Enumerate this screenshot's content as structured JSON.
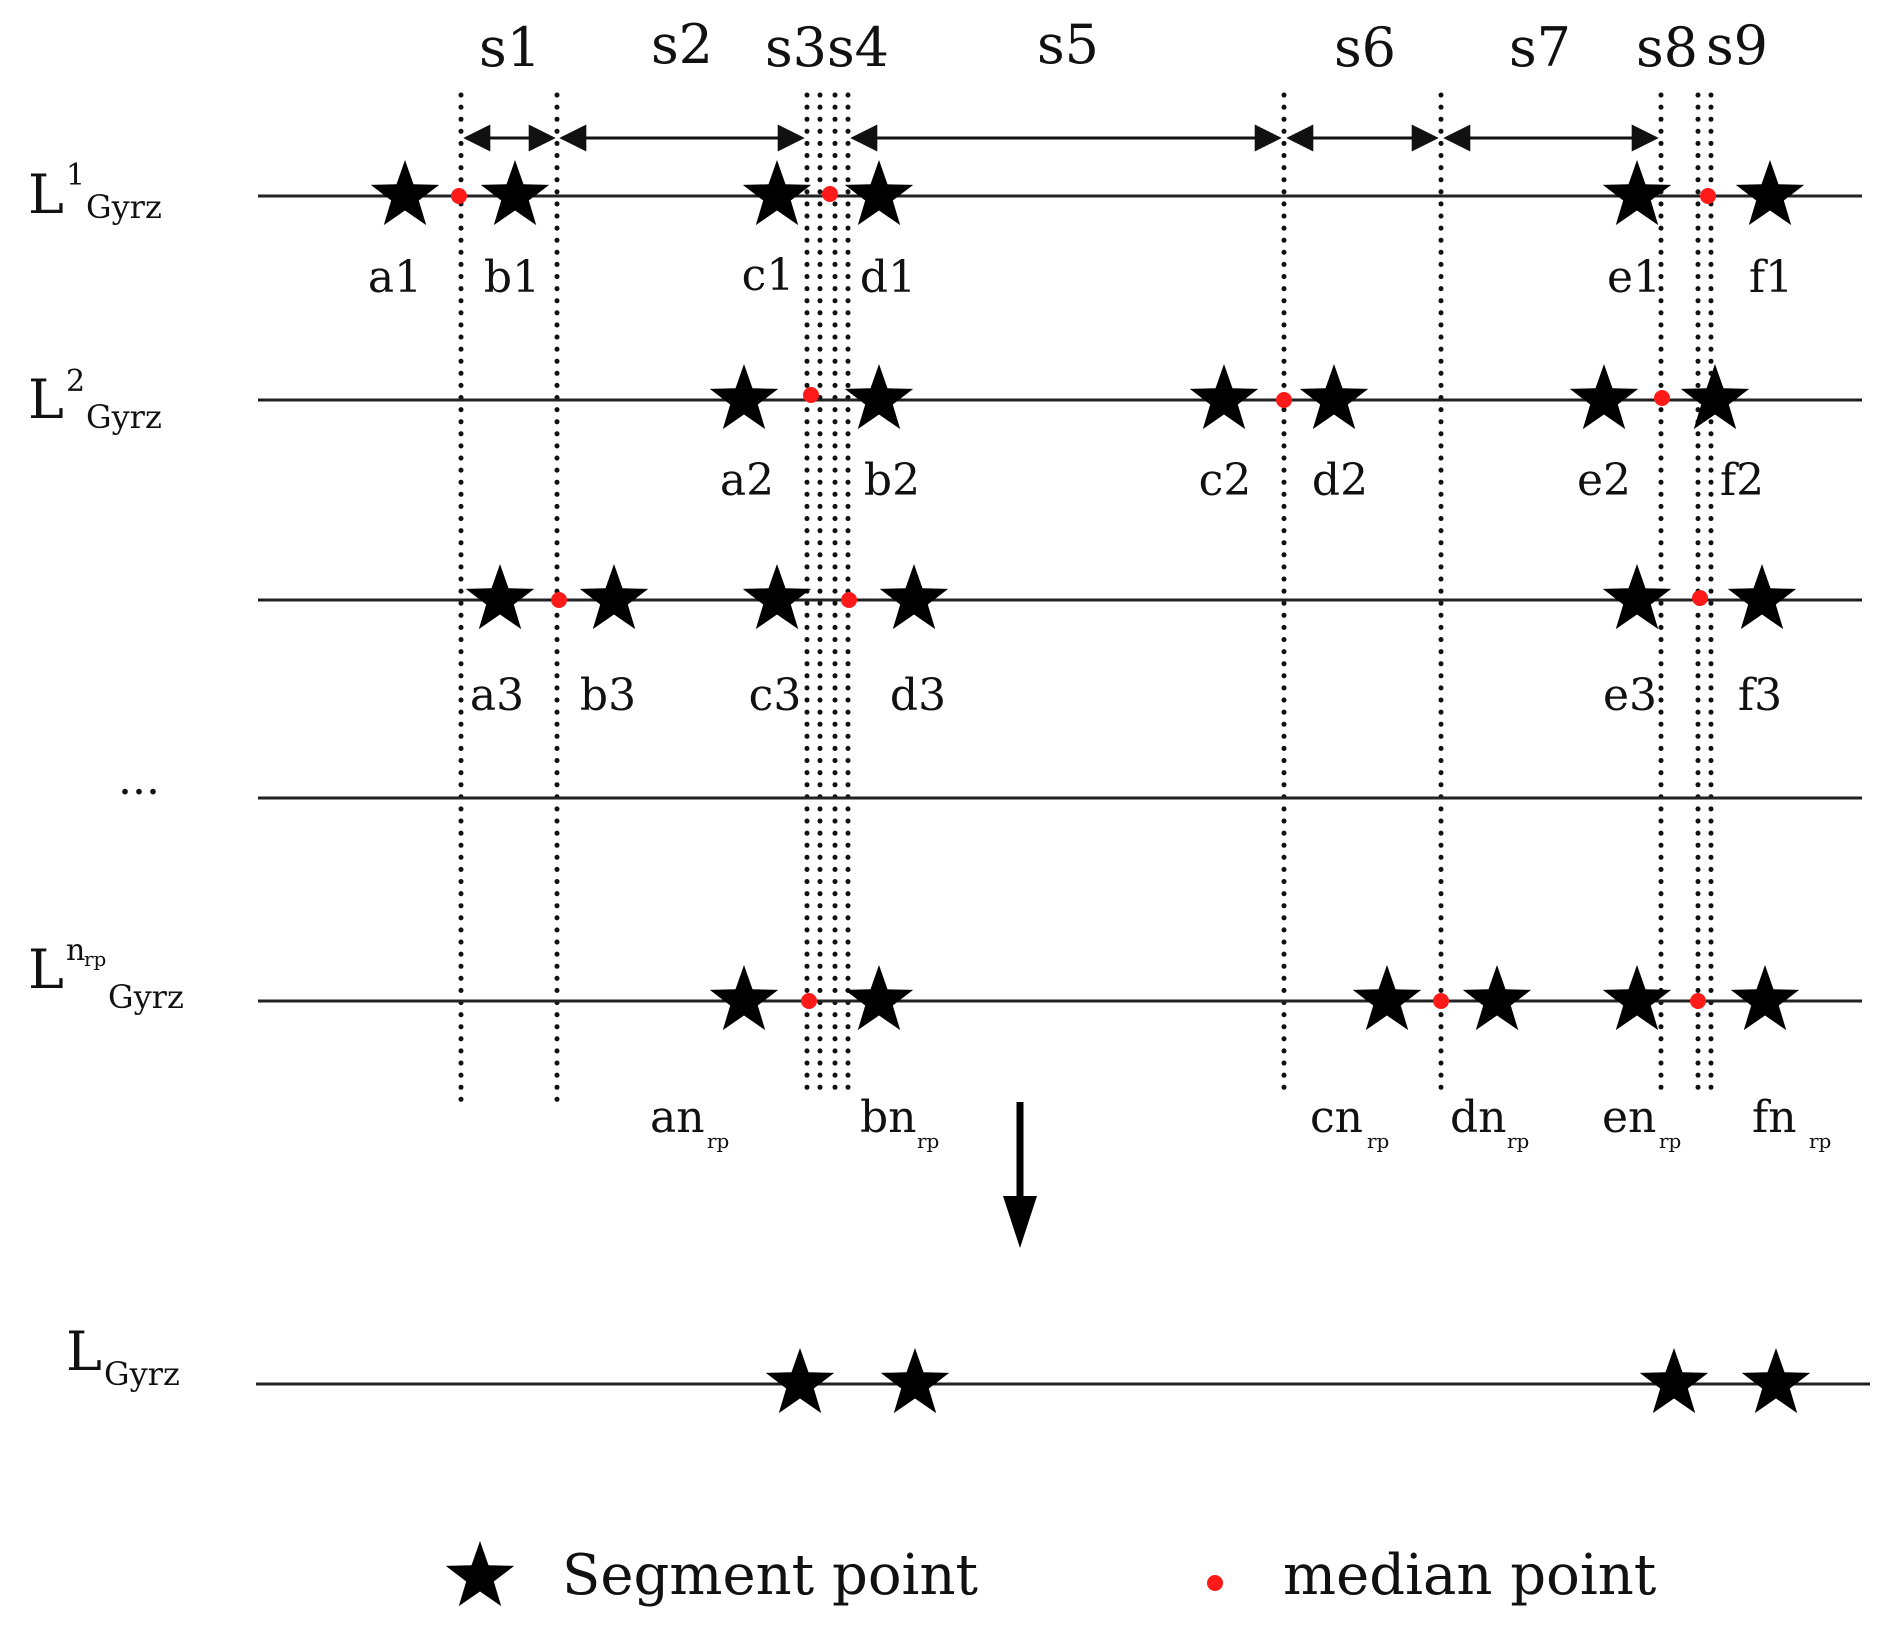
{
  "diagram": {
    "segment_labels": [
      "s1",
      "s2",
      "s3",
      "s4",
      "s5",
      "s6",
      "s7",
      "s8",
      "s9"
    ],
    "rows": [
      {
        "label": {
          "main": "L",
          "sup": "1",
          "sub": "Gyrz"
        },
        "point_labels": [
          "a1",
          "b1",
          "c1",
          "d1",
          "e1",
          "f1"
        ]
      },
      {
        "label": {
          "main": "L",
          "sup": "2",
          "sub": "Gyrz"
        },
        "point_labels": [
          "a2",
          "b2",
          "c2",
          "d2",
          "e2",
          "f2"
        ]
      },
      {
        "label": null,
        "point_labels": [
          "a3",
          "b3",
          "c3",
          "d3",
          "e3",
          "f3"
        ]
      },
      {
        "label": {
          "main": "...",
          "sup": "",
          "sub": ""
        },
        "point_labels": []
      },
      {
        "label": {
          "main": "L",
          "sup": "n",
          "supsub": "rp",
          "sub": "Gyrz"
        },
        "point_labels": [
          {
            "base": "an",
            "sub": "rp"
          },
          {
            "base": "bn",
            "sub": "rp"
          },
          {
            "base": "cn",
            "sub": "rp"
          },
          {
            "base": "dn",
            "sub": "rp"
          },
          {
            "base": "en",
            "sub": "rp"
          },
          {
            "base": "fn",
            "sub": "rp"
          }
        ]
      }
    ],
    "result_row": {
      "label": {
        "main": "L",
        "sub": "Gyrz"
      }
    },
    "legend": {
      "segment_point": "Segment point",
      "median_point": "median point"
    },
    "colors": {
      "line": "#222222",
      "star": "#000000",
      "median_point": "#ff1a1a",
      "text": "#111111"
    },
    "icons": {
      "segment_point": "star-icon",
      "median_point": "dot-icon",
      "result_arrow": "arrow-down-icon"
    }
  }
}
